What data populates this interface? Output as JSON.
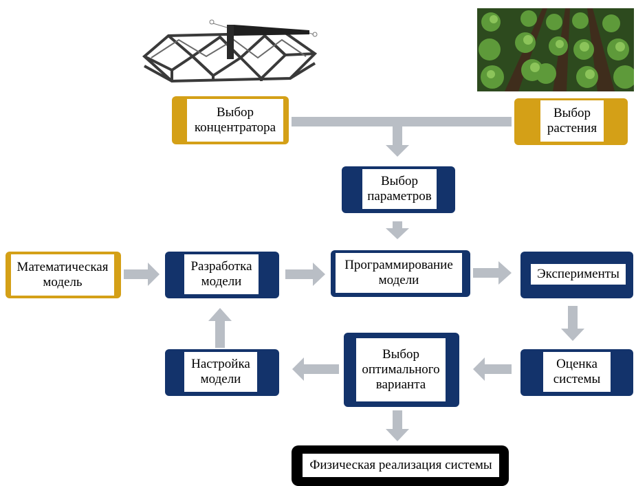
{
  "colors": {
    "gold_box": "#d4a017",
    "navy_box": "#13336b",
    "black_box": "#000000",
    "arrow": "#b9bec5"
  },
  "images": {
    "concentrator": "concentrator-frame-structure",
    "plants": "green-plant-rows-photo"
  },
  "nodes": {
    "choose_concentrator": "Выбор\nконцентратора",
    "choose_plant": "Выбор\nрастения",
    "choose_parameters": "Выбор\nпараметров",
    "math_model": "Математическая\nмодель",
    "model_development": "Разработка\nмодели",
    "model_programming": "Программирование\nмодели",
    "experiments": "Эксперименты",
    "model_tuning": "Настройка\nмодели",
    "optimal_choice": "Выбор\nоптимального\nварианта",
    "system_evaluation": "Оценка\nсистемы",
    "physical_implementation": "Физическая реализация системы"
  }
}
